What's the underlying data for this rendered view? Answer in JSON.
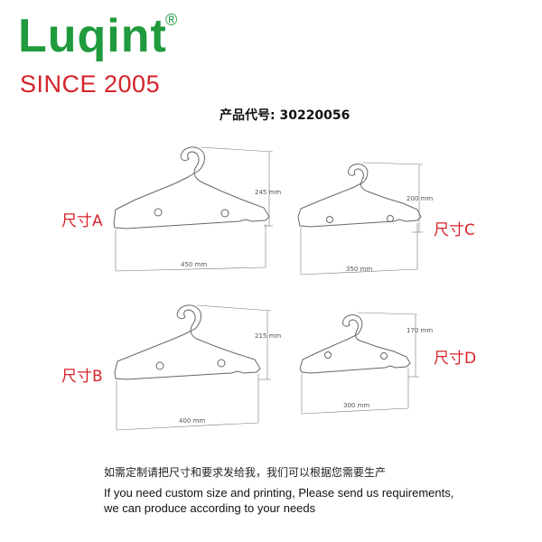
{
  "brand": {
    "name": "Luqint",
    "registered": "®",
    "since": "SINCE 2005",
    "colors": {
      "brand_green": "#1f9a3c",
      "accent_red": "#d6232a"
    }
  },
  "product": {
    "code_label": "产品代号: 30220056"
  },
  "hangers": [
    {
      "id": "A",
      "label": "尺寸A",
      "width": "450 mm",
      "height": "245 mm"
    },
    {
      "id": "B",
      "label": "尺寸B",
      "width": "400 mm",
      "height": "215 mm"
    },
    {
      "id": "C",
      "label": "尺寸C",
      "width": "350 mm",
      "height": "200 mm"
    },
    {
      "id": "D",
      "label": "尺寸D",
      "width": "300 mm",
      "height": "170 mm"
    }
  ],
  "notes": {
    "cn": "如需定制请把尺寸和要求发给我，我们可以根据您需要生产",
    "en_line1": "If you need custom size and printing, Please send us requirements,",
    "en_line2": "we can produce according to your needs"
  }
}
